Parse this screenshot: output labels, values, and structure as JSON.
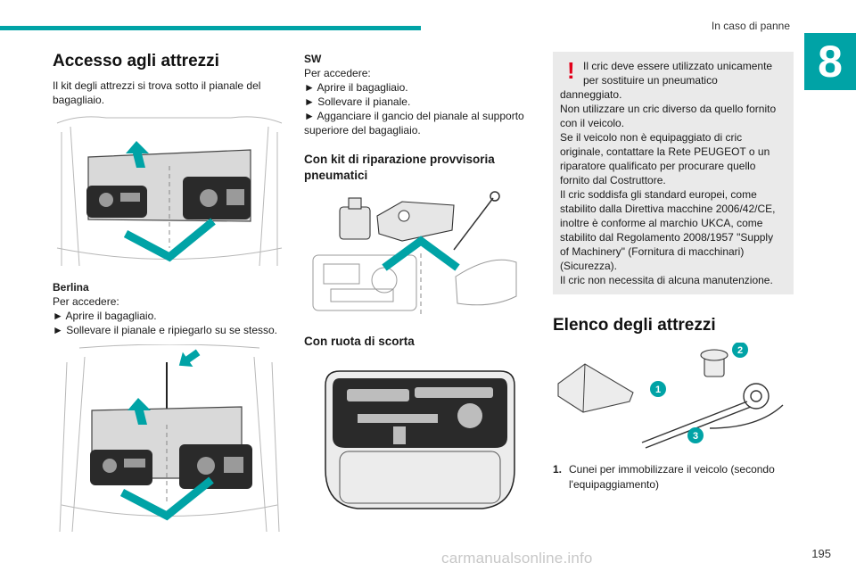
{
  "header": {
    "title": "In caso di panne",
    "chapter": "8"
  },
  "page_number": "195",
  "watermark": "carmanualsonline.info",
  "col1": {
    "heading": "Accesso agli attrezzi",
    "intro": "Il kit degli attrezzi si trova sotto il pianale del bagagliaio.",
    "berlina_title": "Berlina",
    "berlina_lines": [
      "Per accedere:",
      "► Aprire il bagagliaio.",
      "► Sollevare il pianale e ripiegarlo su se stesso."
    ]
  },
  "col2": {
    "sw_title": "SW",
    "sw_lines": [
      "Per accedere:",
      "► Aprire il bagagliaio.",
      "► Sollevare il pianale.",
      "► Agganciare il gancio del pianale al supporto superiore del bagagliaio."
    ],
    "kit_heading": "Con kit di riparazione provvisoria pneumatici",
    "spare_heading": "Con ruota di scorta"
  },
  "col3": {
    "warning_first": "Il cric deve essere utilizzato unicamente per sostituire un pneumatico",
    "warning_rest": [
      "danneggiato.",
      "Non utilizzare un cric diverso da quello fornito con il veicolo.",
      "Se il veicolo non è equipaggiato di cric originale, contattare la Rete PEUGEOT o un riparatore qualificato per procurare quello fornito dal Costruttore.",
      "Il cric soddisfa gli standard europei, come stabilito dalla Direttiva macchine 2006/42/CE, inoltre è conforme al marchio UKCA, come stabilito dal Regolamento 2008/1957 \"Supply of Machinery\" (Fornitura di macchinari) (Sicurezza).",
      "Il cric non necessita di alcuna manutenzione."
    ],
    "tools_heading": "Elenco degli attrezzi",
    "callouts": [
      "1",
      "2",
      "3"
    ],
    "list": [
      {
        "num": "1.",
        "text": "Cunei per immobilizzare il veicolo (secondo l'equipaggiamento)"
      }
    ]
  },
  "colors": {
    "accent": "#00a3a6",
    "warning": "#e2001a",
    "box": "#eaeaea"
  },
  "icons": [
    "warning-exclamation-icon"
  ]
}
